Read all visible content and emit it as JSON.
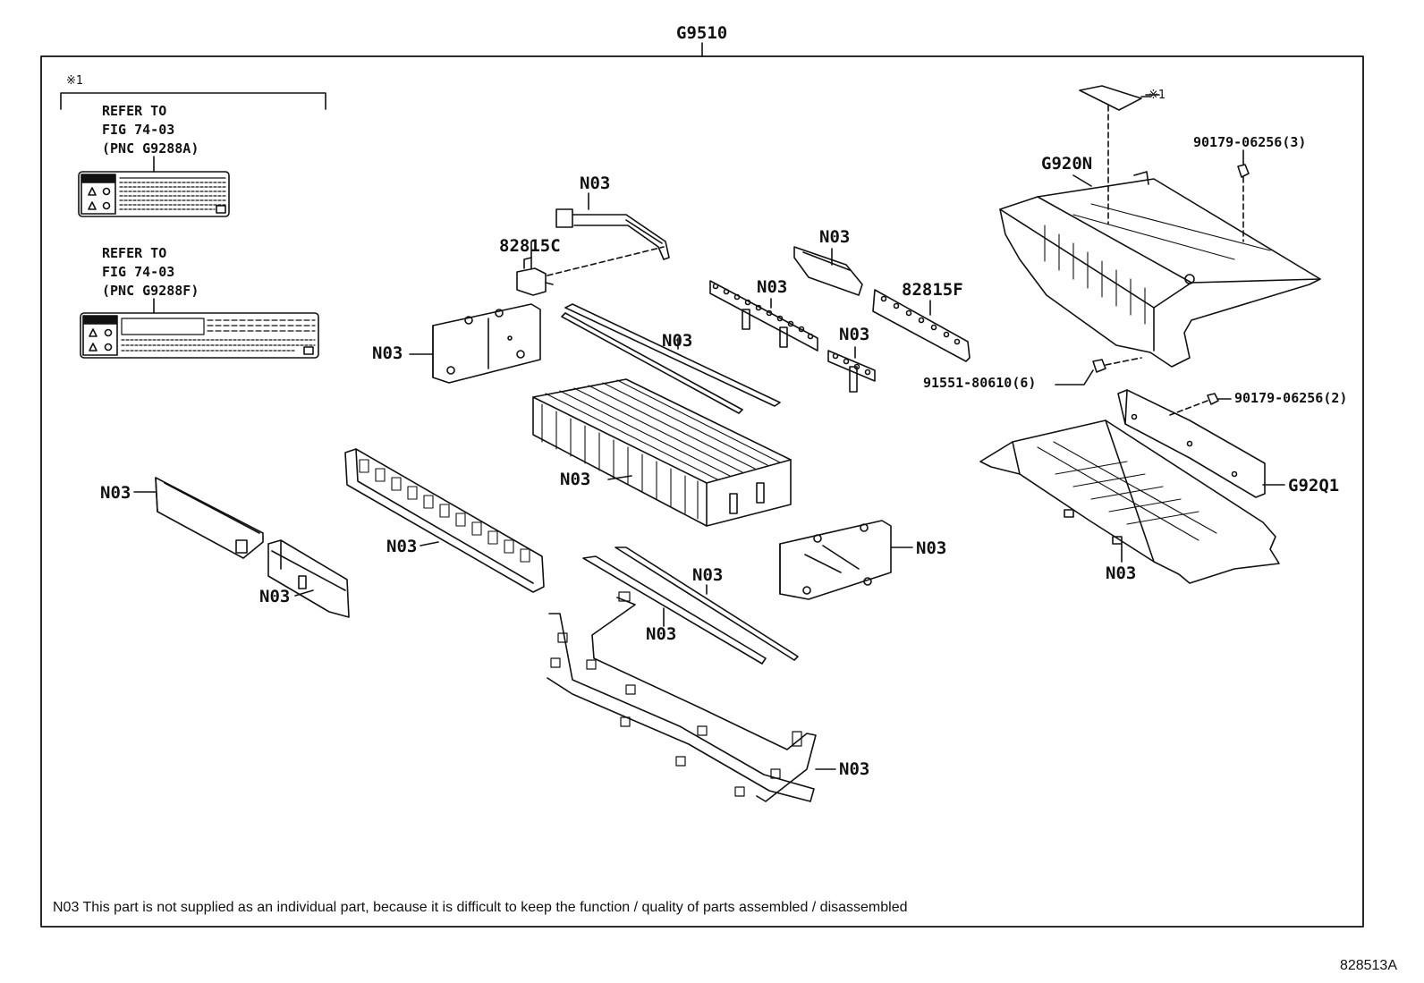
{
  "diagram": {
    "assembly_code": "G9510",
    "figure_id": "828513A",
    "footnote": "N03 This part is not supplied as an individual part, because it is difficult to keep the function / quality of parts assembled / disassembled",
    "note_mark": "※1",
    "refs": [
      {
        "line1": "REFER TO",
        "line2": "FIG 74-03",
        "line3": "(PNC G9288A)"
      },
      {
        "line1": "REFER TO",
        "line2": "FIG 74-03",
        "line3": "(PNC G9288F)"
      }
    ],
    "labels": {
      "n03": "N03",
      "p82815c": "82815C",
      "p82815f": "82815F",
      "g920n": "G920N",
      "g92q1": "G92Q1",
      "bolt_top": "90179-06256(3)",
      "bolt_mid": "90179-06256(2)",
      "screw": "91551-80610(6)"
    }
  }
}
